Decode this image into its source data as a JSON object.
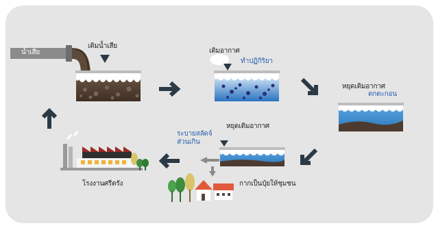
{
  "labels": {
    "influent": "น้ำเสีย",
    "add_wastewater": "เติมน้ำเสีย",
    "add_air": "เติมอากาศ",
    "reaction": "ทำปฏิกิริยา",
    "stop_air_settle": "หยุดเติมอากาศ",
    "settle": "ตกตะกอน",
    "stop_air": "หยุดเติมอากาศ",
    "drain_excess_sludge_line1": "ระบายสลัดจ์",
    "drain_excess_sludge_line2": "ส่วนเกิน",
    "sludge_to_fertilizer": "กากเป็นปุ๋ยให้ชุมชน",
    "factory": "โรงงานศรีตรัง"
  },
  "colors": {
    "panel": "#e5e5e5",
    "arrow": "#2b3a46",
    "water_blue": "#3f8fcf",
    "sludge_brown": "#5a4638",
    "pipe_gray": "#8b8b8b",
    "factory_red": "#9a2a22",
    "foam_white": "#ffffff"
  }
}
